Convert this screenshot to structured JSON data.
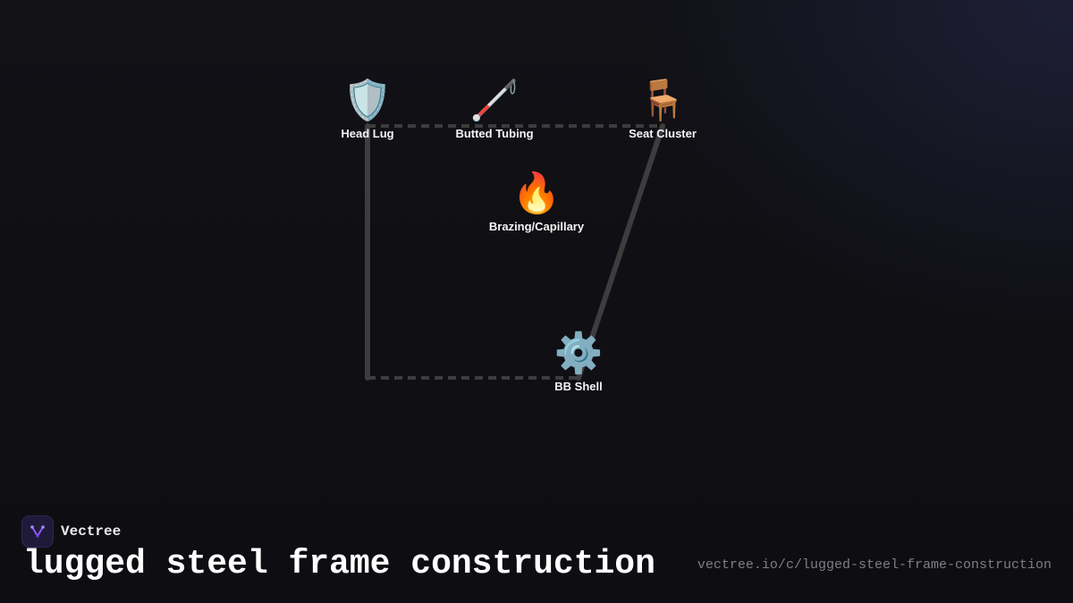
{
  "nodes": [
    {
      "id": "head-lug",
      "label": "Head Lug",
      "icon": "🛡️",
      "icon_name": "shield-icon"
    },
    {
      "id": "butted-tubing",
      "label": "Butted Tubing",
      "icon": "🦯",
      "icon_name": "cane-icon"
    },
    {
      "id": "seat-cluster",
      "label": "Seat Cluster",
      "icon": "🪑",
      "icon_name": "chair-icon"
    },
    {
      "id": "brazing",
      "label": "Brazing/Capillary",
      "icon": "🔥",
      "icon_name": "fire-icon"
    },
    {
      "id": "bb-shell",
      "label": "BB Shell",
      "icon": "⚙️",
      "icon_name": "gear-icon"
    }
  ],
  "edges": [
    {
      "from": "head-lug",
      "to": "seat-cluster",
      "style": "dashed"
    },
    {
      "from": "head-lug",
      "to": "bb-shell",
      "style": "solid"
    },
    {
      "from": "seat-cluster",
      "to": "bb-shell",
      "style": "solid"
    },
    {
      "from": "head-lug",
      "to": "bb-shell",
      "style": "dashed",
      "route": "elbow"
    }
  ],
  "brand": {
    "name": "Vectree"
  },
  "title": "lugged steel frame construction",
  "url": "vectree.io/c/lugged-steel-frame-construction",
  "colors": {
    "background": "#0f0f13",
    "edge": "#3d3d3d",
    "label": "#f5f5f5",
    "url": "#7d7d85",
    "logo_accent": "#8b5cf6"
  }
}
